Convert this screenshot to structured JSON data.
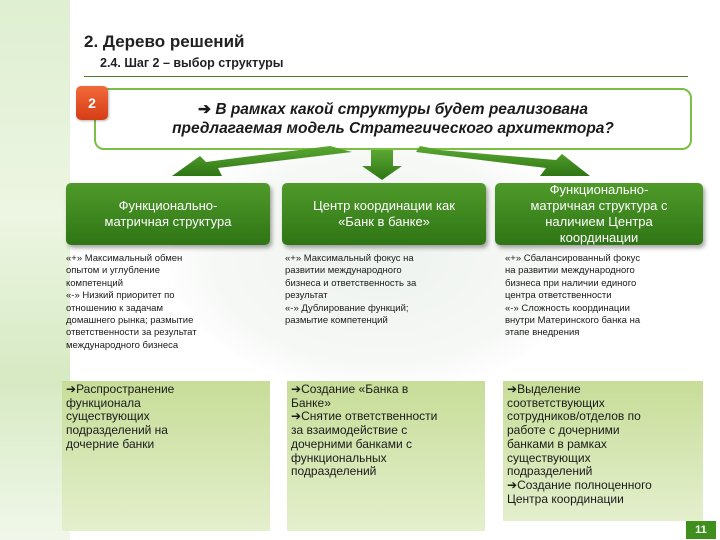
{
  "header": {
    "title": "2. Дерево решений",
    "subtitle": "2.4. Шаг 2 – выбор структуры"
  },
  "step": {
    "number": "2"
  },
  "question": {
    "arrow": "",
    "line1": "В рамках какой структуры будет реализована",
    "line2": "предлагаемая модель Стратегического архитектора?"
  },
  "columns": [
    {
      "heading": [
        "Функционально-",
        "матричная структура"
      ],
      "description": [
        "«+» Максимальный обмен",
        "опытом и углубление",
        "компетенций",
        "«-» Низкий приоритет по",
        "отношению к задачам",
        "домашнего рынка; размытие",
        "ответственности за результат",
        "международного бизнеса"
      ],
      "actions": [
        "Распространение",
        "функционала",
        "существующих",
        "подразделений на",
        "дочерние банки"
      ]
    },
    {
      "heading": [
        "Центр координации как",
        "«Банк в банке»"
      ],
      "description": [
        "«+» Максимальный фокус на",
        "развитии международного",
        "бизнеса и ответственность за",
        "результат",
        "«-» Дублирование функций;",
        "размытие компетенций"
      ],
      "actions": [
        "Создание «Банка в",
        "Банке»",
        "Снятие ответственности",
        "за взаимодействие с",
        "дочерними банками с",
        "функциональных",
        "подразделений"
      ]
    },
    {
      "heading": [
        "Функционально-",
        "матричная структура с",
        "наличием Центра",
        "координации"
      ],
      "description": [
        "«+» Сбалансированный фокус",
        "на развитии международного",
        "бизнеса при наличии единого",
        "центра ответственности",
        "«-» Сложность координации",
        "внутри Материнского банка на",
        "этапе внедрения"
      ],
      "actions": [
        "Выделение",
        "соответствующих",
        "сотрудников/отделов по",
        "работе с дочерними",
        "банками в рамках",
        "существующих",
        "подразделений",
        "Создание полноценного",
        "Центра координации"
      ]
    }
  ],
  "footer": {
    "page_number": "11"
  },
  "colors": {
    "accent_green": "#3f8f1f",
    "border_green": "#7cbf45",
    "badge_orange": "#e5501f",
    "action_fill": "#d6e6b4"
  }
}
